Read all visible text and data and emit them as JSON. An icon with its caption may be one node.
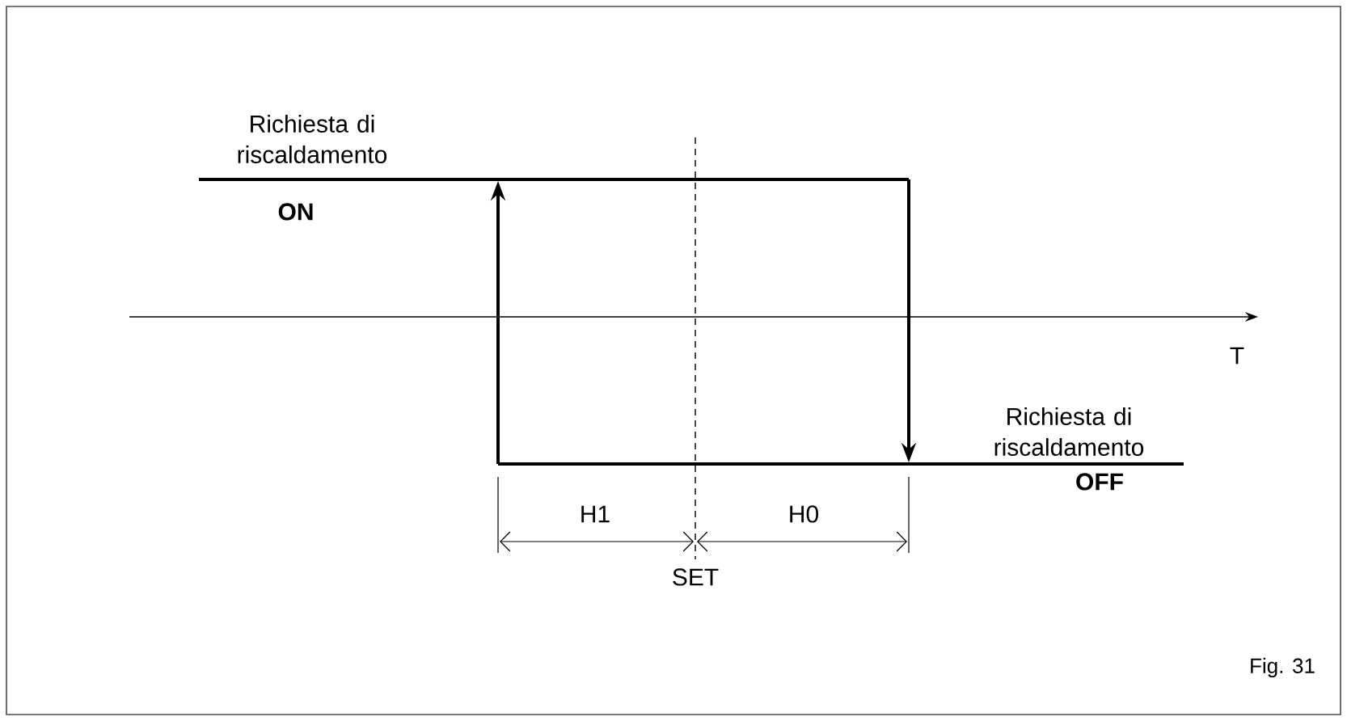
{
  "diagram": {
    "caption": "Fig. 31",
    "labels": [
      "Richiesta di riscaldamento",
      "ON",
      "T",
      "Richiesta di riscaldamento",
      "OFF",
      "H1",
      "H0",
      "SET"
    ]
  }
}
